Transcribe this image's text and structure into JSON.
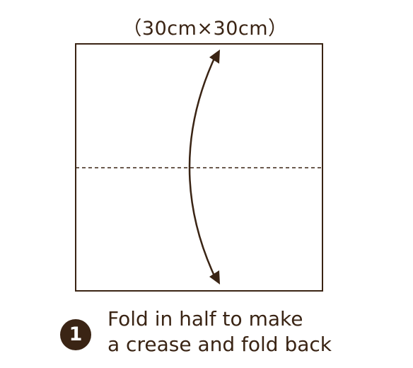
{
  "dimension_label": "（30cm×30cm）",
  "step": {
    "number": "1",
    "instruction_line1": "Fold in half to make",
    "instruction_line2": "a crease and fold back"
  },
  "colors": {
    "ink": "#3a2414",
    "paper_fill": "#ffffff"
  },
  "icons": {
    "step_badge": "circled-number-icon",
    "fold_arrow": "double-headed-curved-arrow-icon"
  }
}
